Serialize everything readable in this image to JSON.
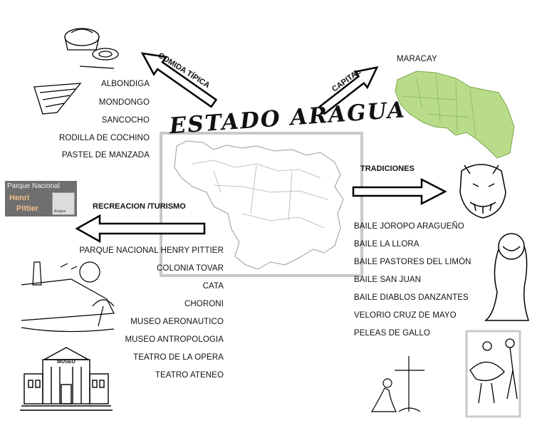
{
  "title": "ESTADO ARAGUA",
  "comida": {
    "heading": "COMIDA TÍPICA",
    "items": [
      "ALBONDIGA",
      "MONDONGO",
      "SANCOCHO",
      "RODILLA DE  COCHINO",
      "PASTEL DE MANZADA"
    ]
  },
  "capital": {
    "heading": "CAPITAL",
    "city": "MARACAY"
  },
  "tradiciones": {
    "heading": "TRADICIONES",
    "items": [
      "BAILE JOROPO ARAGUEÑO",
      "BAILE LA LLORA",
      "BAILE PASTORES DEL LIMÓN",
      "BAILE SAN JUAN",
      "BAILE DIABLOS DANZANTES",
      "VELORIO CRUZ DE MAYO",
      "PELEAS DE GALLO"
    ]
  },
  "recreacion": {
    "heading": "RECREACION /TURISMO",
    "items": [
      "PARQUE NACIONAL HENRY PITTIER",
      "COLONIA TOVAR",
      "CATA",
      "CHORONI",
      "MUSEO AERONAUTICO",
      "MUSEO ANTROPOLOGIA",
      "TEATRO DE LA OPERA",
      "TEATRO ATENEO"
    ]
  },
  "park_logo": {
    "line1": "Parque Nacional",
    "line2": "Henri",
    "line3": "Pittier",
    "small": "Aragua"
  },
  "museo_label": "MUSEO",
  "colors": {
    "map_green": "#b9dc8a",
    "logo_bg": "#6f6f6f",
    "logo_text": "#f2c08a"
  }
}
